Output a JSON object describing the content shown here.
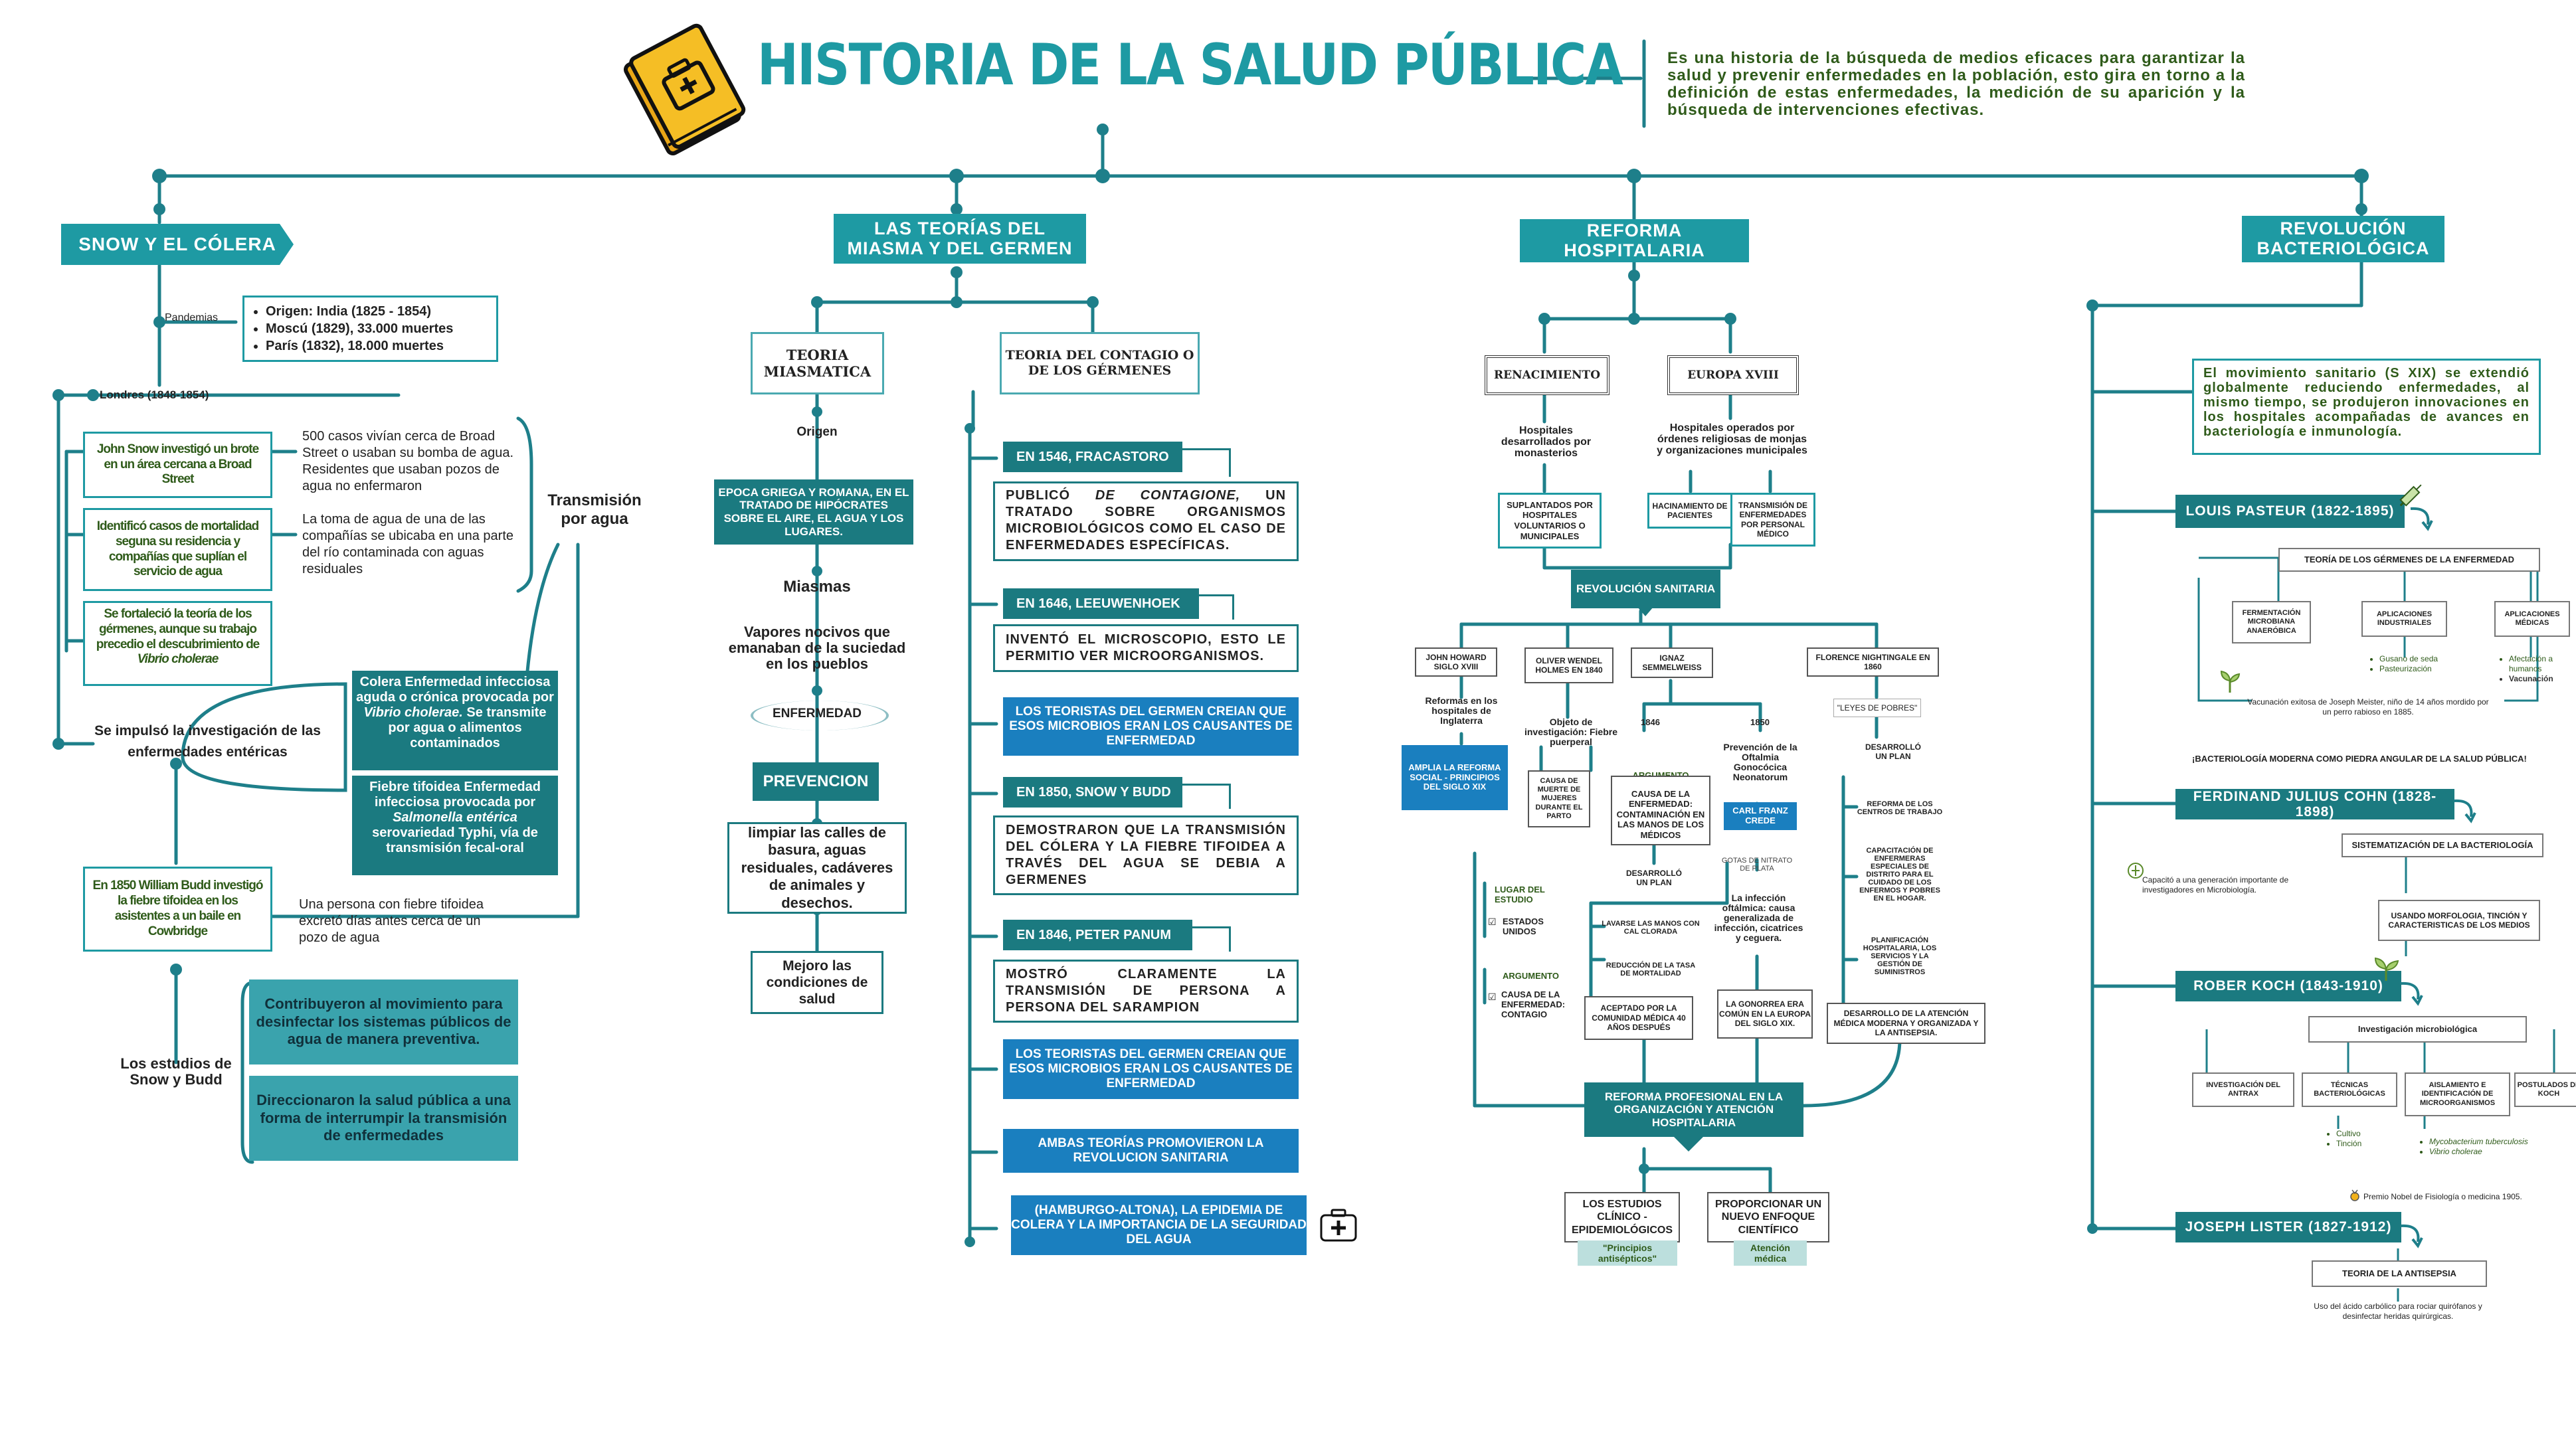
{
  "title": "HISTORIA DE LA SALUD PÚBLICA",
  "intro": "Es una historia de la búsqueda de medios eficaces para garantizar la salud y prevenir enfermedades en la población, esto gira en torno a la definición de estas enfermedades, la medición de su aparición y la búsqueda de intervenciones efectivas.",
  "colors": {
    "teal": "#1e9aa3",
    "dark_teal": "#1b7a80",
    "blue": "#1a7fbf",
    "green_text": "#2f5b1a",
    "icon_yellow": "#f2b21b"
  },
  "icons": {
    "header": "medical-book-icon",
    "kit": "first-aid-kit-icon",
    "plant": "sprout-icon"
  },
  "snow": {
    "banner": "SNOW Y EL CÓLERA",
    "pandemias_label": "Pandemias",
    "pandemias": [
      "Origen: India (1825 - 1854)",
      "Moscú (1829), 33.000 muertes",
      "París (1832), 18.000 muertes"
    ],
    "londres": "Londres (1848-1854)",
    "g1": "John Snow investigó un brote en un área cercana a Broad Street",
    "g1_text": "500 casos vivían cerca de Broad Street o usaban su bomba de agua. Residentes que usaban pozos de agua no enfermaron",
    "g2": "Identificó casos de mortalidad seguna su residencia y compañías que suplían el servicio de agua",
    "g2_text": "La toma de agua de una de las compañías se ubicaba en una parte del río contaminada con aguas residuales",
    "g3": "Se fortaleció la teoría de los gérmenes, aunque su trabajo precedio el descubrimiento de",
    "g3_italic": "Vibrio cholerae",
    "transmision": "Transmisión por agua",
    "impulso": "Se impulsó la investigación de las enfermedades entéricas",
    "colera_a": "Colera Enfermedad infecciosa aguda o crónica provocada por",
    "colera_i": "Vibrio cholerae.",
    "colera_b": "Se transmite por agua o alimentos contaminados",
    "fiebre_a": "Fiebre tifoidea Enfermedad infecciosa provocada por",
    "fiebre_i": "Salmonella entérica",
    "fiebre_b": "serovariedad Typhi, vía de transmisión fecal-oral",
    "budd": "En 1850 William Budd investigó la fiebre tifoidea en los asistentes a un baile en Cowbridge",
    "budd_text": "Una persona con fiebre tifoidea excretó días antes cerca de un pozo de agua",
    "estudios": "Los estudios de Snow y Budd",
    "contrib1": "Contribuyeron al movimiento para desinfectar los sistemas públicos de agua de manera preventiva.",
    "contrib2": "Direccionaron la salud pública a una forma de interrumpir la transmisión de enfermedades"
  },
  "teorias": {
    "banner": "LAS TEORÍAS DEL MIASMA Y DEL GERMEN",
    "miasmatica": "TEORIA MIASMATICA",
    "contagio": "TEORIA DEL CONTAGIO O DE LOS GÉRMENES",
    "origen": "Origen",
    "epoca": "EPOCA GRIEGA Y ROMANA, EN EL TRATADO DE HIPÓCRATES SOBRE EL AIRE, EL AGUA Y LOS LUGARES.",
    "miasmas": "Miasmas",
    "vapores": "Vapores nocivos que emanaban de la suciedad en los pueblos",
    "enfermedad": "ENFERMEDAD",
    "prevencion": "PREVENCION",
    "limpiar": "limpiar las calles de basura, aguas residuales, cadáveres de animales y desechos.",
    "mejoro": "Mejoro las condiciones de salud",
    "e1": "EN 1546, FRACASTORO",
    "e1_a": "PUBLICÓ",
    "e1_i": "DE CONTAGIONE,",
    "e1_b": "UN TRATADO SOBRE ORGANISMOS MICROBIOLÓGICOS COMO EL CASO DE ENFERMEDADES ESPECÍFICAS.",
    "e2": "EN 1646, LEEUWENHOEK",
    "e2_text": "INVENTÓ EL MICROSCOPIO, ESTO LE PERMITIO VER MICROORGANISMOS.",
    "b1": "LOS TEORISTAS DEL GERMEN CREIAN QUE ESOS MICROBIOS ERAN LOS CAUSANTES DE ENFERMEDAD",
    "e3": "EN 1850, SNOW Y BUDD",
    "e3_text": "DEMOSTRARON QUE LA TRANSMISIÓN DEL CÓLERA Y LA FIEBRE TIFOIDEA A TRAVÉS DEL AGUA SE DEBIA A GERMENES",
    "e4": "EN 1846, PETER PANUM",
    "e4_text": "MOSTRÓ CLARAMENTE LA TRANSMISIÓN DE PERSONA A PERSONA DEL SARAMPION",
    "b2": "LOS TEORISTAS DEL GERMEN CREIAN QUE ESOS MICROBIOS ERAN LOS CAUSANTES DE ENFERMEDAD",
    "b3": "AMBAS TEORÍAS PROMOVIERON LA REVOLUCION SANITARIA",
    "b4": "(HAMBURGO-ALTONA), LA EPIDEMIA DE COLERA Y LA IMPORTANCIA DE LA SEGURIDAD DEL AGUA"
  },
  "reforma": {
    "banner": "REFORMA HOSPITALARIA",
    "renacimiento": "RENACIMIENTO",
    "europa": "EUROPA XVIII",
    "hosp_monast": "Hospitales desarrollados por monasterios",
    "hosp_ordenes": "Hospitales operados por órdenes religiosas de monjas y organizaciones municipales",
    "suplantados": "SUPLANTADOS POR HOSPITALES VOLUNTARIOS O MUNICIPALES",
    "hacinamiento": "HACINAMIENTO DE PACIENTES",
    "transm_enf": "TRANSMISIÓN DE ENFERMEDADES POR PERSONAL MÉDICO",
    "revolucion": "REVOLUCIÓN SANITARIA",
    "howard": "JOHN HOWARD SIGLO XVIII",
    "holmes": "OLIVER WENDEL HOLMES EN 1840",
    "ignaz": "IGNAZ SEMMELWEISS",
    "florence": "FLORENCE NIGHTINGALE EN 1860",
    "reformas": "Reformas en los hospitales de Inglaterra",
    "amplia": "AMPLIA LA REFORMA SOCIAL - PRINCIPIOS DEL SIGLO XIX",
    "objeto": "Objeto de investigación: Fiebre puerperal",
    "causa_muerte": "CAUSA DE MUERTE DE MUJERES DURANTE EL PARTO",
    "lugar": "LUGAR DEL ESTUDIO",
    "estados": "ESTADOS UNIDOS",
    "argumento": "ARGUMENTO",
    "contagio": "CAUSA DE LA ENFERMEDAD: CONTAGIO",
    "y1846": "1846",
    "y1850": "1850",
    "arg2": "ARGUMENTO",
    "contaminacion": "CAUSA DE LA ENFERMEDAD: CONTAMINACIÓN EN LAS MANOS DE LOS MÉDICOS",
    "desarrollo": "DESARROLLÓ UN PLAN",
    "lavarse": "LAVARSE LAS MANOS CON CAL CLORADA",
    "reduccion": "REDUCCIÓN DE LA TASA DE MORTALIDAD",
    "aceptado": "ACEPTADO POR LA COMUNIDAD MÉDICA 40 AÑOS DESPUÉS",
    "prevencion_oft": "Prevención de la Oftalmia Gonocócica Neonatorum",
    "crede": "CARL FRANZ CREDE",
    "gotas": "GOTAS DE NITRATO DE PLATA",
    "infeccion": "La infección oftálmica: causa generalizada de infección, cicatrices y ceguera.",
    "gonorrea": "LA GONORREA ERA COMÚN EN LA EUROPA DEL SIGLO XIX.",
    "leyes": "\"LEYES DE POBRES\"",
    "desarrollo2": "DESARROLLÓ UN PLAN",
    "f1": "REFORMA DE LOS CENTROS DE TRABAJO",
    "f2": "CAPACITACIÓN DE ENFERMERAS ESPECIALES DE DISTRITO PARA EL CUIDADO DE LOS ENFERMOS Y POBRES EN EL HOGAR.",
    "f3": "PLANIFICACIÓN HOSPITALARIA, LOS SERVICIOS Y LA GESTIÓN DE SUMINISTROS",
    "f4": "DESARROLLO DE LA ATENCIÓN MÉDICA MODERNA Y ORGANIZADA Y LA ANTISEPSIA.",
    "profesional": "REFORMA PROFESIONAL EN LA ORGANIZACIÓN Y ATENCIÓN HOSPITALARIA",
    "estudios": "LOS ESTUDIOS CLÍNICO - EPIDEMIOLÓGICOS",
    "principios": "\"Principios antisépticos\"",
    "proporcionar": "PROPORCIONAR UN NUEVO ENFOQUE CIENTÍFICO",
    "atencion": "Atención médica"
  },
  "bacter": {
    "banner": "REVOLUCIÓN BACTERIOLÓGICA",
    "movimiento": "El movimiento sanitario (S XIX) se extendió globalmente reduciendo enfermedades, al mismo tiempo, se produjeron innovaciones en los hospitales acompañadas de avances en bacteriología e inmunología.",
    "pasteur": "LOUIS PASTEUR (1822-1895)",
    "teoria_germ": "TEORÍA DE LOS GÉRMENES DE LA ENFERMEDAD",
    "ferment": "FERMENTACIÓN MICROBIANA ANAERÓBICA",
    "aplic_ind": "APLICACIONES INDUSTRIALES",
    "aplic_med": "APLICACIONES MÉDICAS",
    "ind_items": [
      "Gusano de seda",
      "Pasteurización"
    ],
    "med_items": [
      "Afectación a humanos",
      "Vacunación"
    ],
    "vacunacion": "Vacunación exitosa de Joseph Meister, niño de 14 años mordido por un perro rabioso en 1885.",
    "piedra": "¡BACTERIOLOGÍA MODERNA COMO PIEDRA ANGULAR DE LA SALUD PÚBLICA!",
    "cohn": "FERDINAND JULIUS COHN (1828-1898)",
    "capacito": "Capacitó a una generación importante de investigadores en Microbiología.",
    "sistemat": "SISTEMATIZACIÓN DE LA BACTERIOLOGÍA",
    "usando": "USANDO MORFOLOGIA, TINCIÓN Y CARACTERISTICAS DE LOS MEDIOS",
    "koch": "ROBER KOCH (1843-1910)",
    "invest": "Investigación microbiológica",
    "antrax": "INVESTIGACIÓN DEL ANTRAX",
    "tecnicas": "TÉCNICAS BACTERIOLÓGICAS",
    "aislamiento": "AISLAMIENTO E IDENTIFICACIÓN DE MICROORGANISMOS",
    "postulados": "POSTULADOS DE KOCH",
    "tec_items": [
      "Cultivo",
      "Tinción"
    ],
    "ais_items": [
      "Mycobacterium tuberculosis",
      "Vibrio cholerae"
    ],
    "nobel": "Premio Nobel de Fisiología o medicina 1905.",
    "lister": "JOSEPH LISTER (1827-1912)",
    "antisepsia": "TEORIA DE LA ANTISEPSIA",
    "uso": "Uso del ácido carbólico para rociar quirófanos y desinfectar heridas quirúrgicas."
  }
}
